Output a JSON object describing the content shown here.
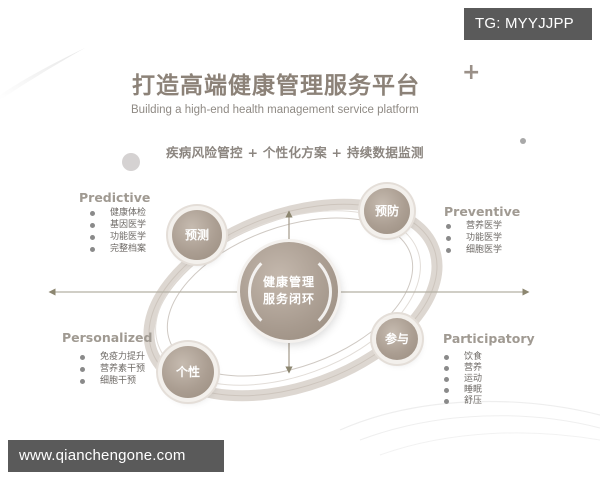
{
  "watermarks": {
    "top_right": "TG: MYYJJPP",
    "bottom_left": "www.qianchengone.com"
  },
  "header": {
    "title_cn": "打造高端健康管理服务平台",
    "title_en": "Building a high-end health management service platform",
    "plus_deco": "+",
    "subtitle": "疾病风险管控 + 个性化方案 + 持续数据监测"
  },
  "center": {
    "line1": "健康管理",
    "line2": "服务闭环"
  },
  "nodes": {
    "predict": "预测",
    "prevent": "预防",
    "personal": "个性",
    "participate": "参与"
  },
  "groups": {
    "predictive": {
      "title": "Predictive",
      "items": [
        "健康体检",
        "基因医学",
        "功能医学",
        "完整档案"
      ]
    },
    "preventive": {
      "title": "Preventive",
      "items": [
        "营养医学",
        "功能医学",
        "细胞医学"
      ]
    },
    "personalized": {
      "title": "Personalized",
      "items": [
        "免疫力提升",
        "营养素干预",
        "细胞干预"
      ]
    },
    "participatory": {
      "title": "Participatory",
      "items": [
        "饮食",
        "营养",
        "运动",
        "睡眠",
        "舒压"
      ]
    }
  },
  "colors": {
    "accent": "#a89b8f",
    "title": "#8c8278",
    "axis": "#a8a494",
    "watermark_bg": "#5a5a5a"
  }
}
